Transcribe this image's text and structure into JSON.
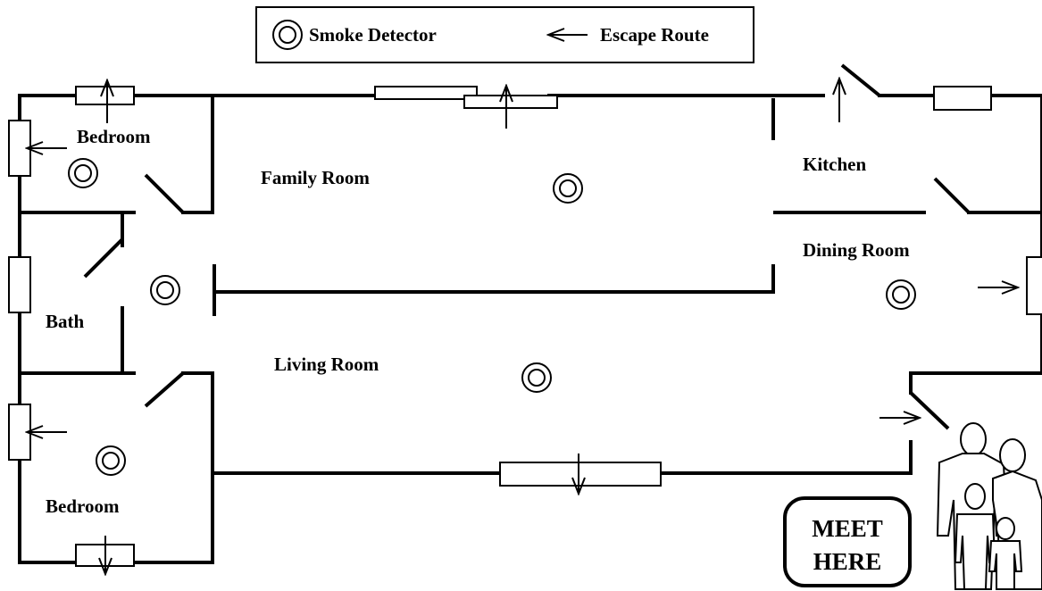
{
  "legend": {
    "smoke_detector_label": "Smoke Detector",
    "escape_route_label": "Escape Route"
  },
  "rooms": {
    "bedroom_top": "Bedroom",
    "family_room": "Family Room",
    "kitchen": "Kitchen",
    "dining_room": "Dining Room",
    "bath": "Bath",
    "living_room": "Living Room",
    "bedroom_bottom": "Bedroom"
  },
  "meeting_point": {
    "line1": "MEET",
    "line2": "HERE"
  },
  "icons": [
    "smoke-detector-icon",
    "escape-arrow-icon",
    "family-icon"
  ]
}
